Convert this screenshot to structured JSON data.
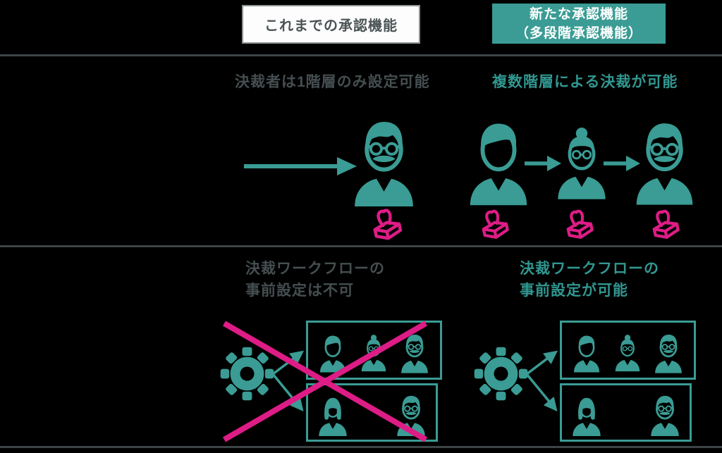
{
  "header": {
    "old_label": "これまでの承認機能",
    "new_line1": "新たな承認機能",
    "new_line2": "（多段階承認機能）"
  },
  "row1": {
    "old_caption": "決裁者は1階層のみ設定可能",
    "new_caption": "複数階層による決裁が可能",
    "old_icons": [
      "arrow-right-icon",
      "approver-senior-icon",
      "stamp-icon"
    ],
    "new_icons": [
      "approver-man-icon",
      "arrow-right-icon",
      "approver-woman-bun-icon",
      "arrow-right-icon",
      "approver-senior-icon",
      "stamp-icon",
      "stamp-icon",
      "stamp-icon"
    ]
  },
  "row2": {
    "old_caption_line1": "決裁ワークフローの",
    "old_caption_line2": "事前設定は不可",
    "new_caption_line1": "決裁ワークフローの",
    "new_caption_line2": "事前設定が可能",
    "old_icons": [
      "gear-icon",
      "connector-arrows-icon",
      "approver-group-box",
      "approver-group-box",
      "crossed-out-x-icon"
    ],
    "new_icons": [
      "gear-icon",
      "connector-arrows-icon",
      "approver-group-box",
      "approver-group-box"
    ],
    "group_box_top_members": [
      "approver-man-icon",
      "approver-woman-bun-icon",
      "approver-senior-icon"
    ],
    "group_box_bottom_members": [
      "approver-woman-long-icon",
      "approver-senior-icon"
    ]
  },
  "colors": {
    "background": "#000000",
    "teal": "#3a9c94",
    "pink": "#de1c86",
    "dark_text": "#454e50",
    "divider_line": "#3d4446",
    "old_header_bg": "#fdfdfd",
    "old_header_border": "#8d9393",
    "old_header_text": "#4a5355",
    "new_header_text": "#ffffff"
  }
}
